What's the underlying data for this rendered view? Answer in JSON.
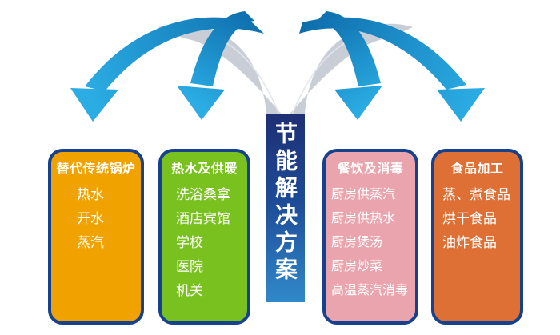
{
  "center_banner": {
    "title": "节能解决方案"
  },
  "boxes": [
    {
      "title": "替代传统锅炉",
      "items": [
        "热水",
        "开水",
        "蒸汽"
      ]
    },
    {
      "title": "热水及供暖",
      "items": [
        "洗浴桑拿",
        "酒店宾馆",
        "学校",
        "医院",
        "机关"
      ]
    },
    {
      "title": "餐饮及消毒",
      "items": [
        "厨房供蒸汽",
        "厨房供热水",
        "厨房煲汤",
        "厨房炒菜",
        "高温蒸汽消毒"
      ]
    },
    {
      "title": "食品加工",
      "items": [
        "蒸、煮食品",
        "烘干食品",
        "油炸食品"
      ]
    }
  ],
  "colors": {
    "box1_bg": "#F0A300",
    "box2_bg": "#79C11E",
    "box3_bg": "#E9A4AE",
    "box4_bg": "#DE6F35",
    "box_border": "#16418D",
    "banner_gradient_top": "#1F2F74",
    "banner_gradient_bottom": "#3189C9",
    "arrow_blue_dark": "#0D6CAB",
    "arrow_blue_light": "#2BADE4",
    "ribbon_gray": "#C9CED6"
  },
  "icons": {
    "arrows": [
      "curved-arrow-1",
      "curved-arrow-2",
      "curved-arrow-3",
      "curved-arrow-4"
    ],
    "ribbons": [
      "gray-ribbon-left",
      "gray-ribbon-right"
    ]
  }
}
